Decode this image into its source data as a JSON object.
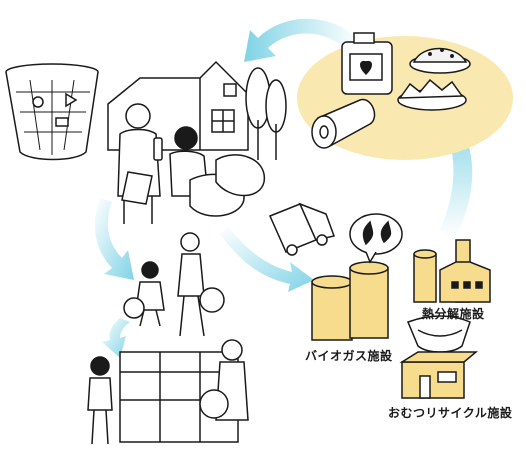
{
  "labels": {
    "biogas_facility": "バイオガス施設",
    "thermal_decomposition_facility": "熱分解施設",
    "diaper_recycling_facility": "おむつリサイクル施設"
  },
  "colors": {
    "facility_fill": "#f6dc8c",
    "products_oval": "#f9e8b0",
    "arrow_gradient_start": "#ffffff",
    "arrow_gradient_end": "#7fd3e6",
    "line": "#1a1a1a"
  },
  "icons": [
    "trash-bin-icon",
    "house-icon",
    "family-sorting-waste-icon",
    "garbage-truck-icon",
    "walking-family-icon",
    "store-collection-box-icon",
    "biogas-tank-icon",
    "flame-drops-icon",
    "factory-icon",
    "diaper-icon",
    "fertilizer-container-icon",
    "paper-roll-icon",
    "pellet-bowl-icon",
    "flake-bowl-icon"
  ]
}
